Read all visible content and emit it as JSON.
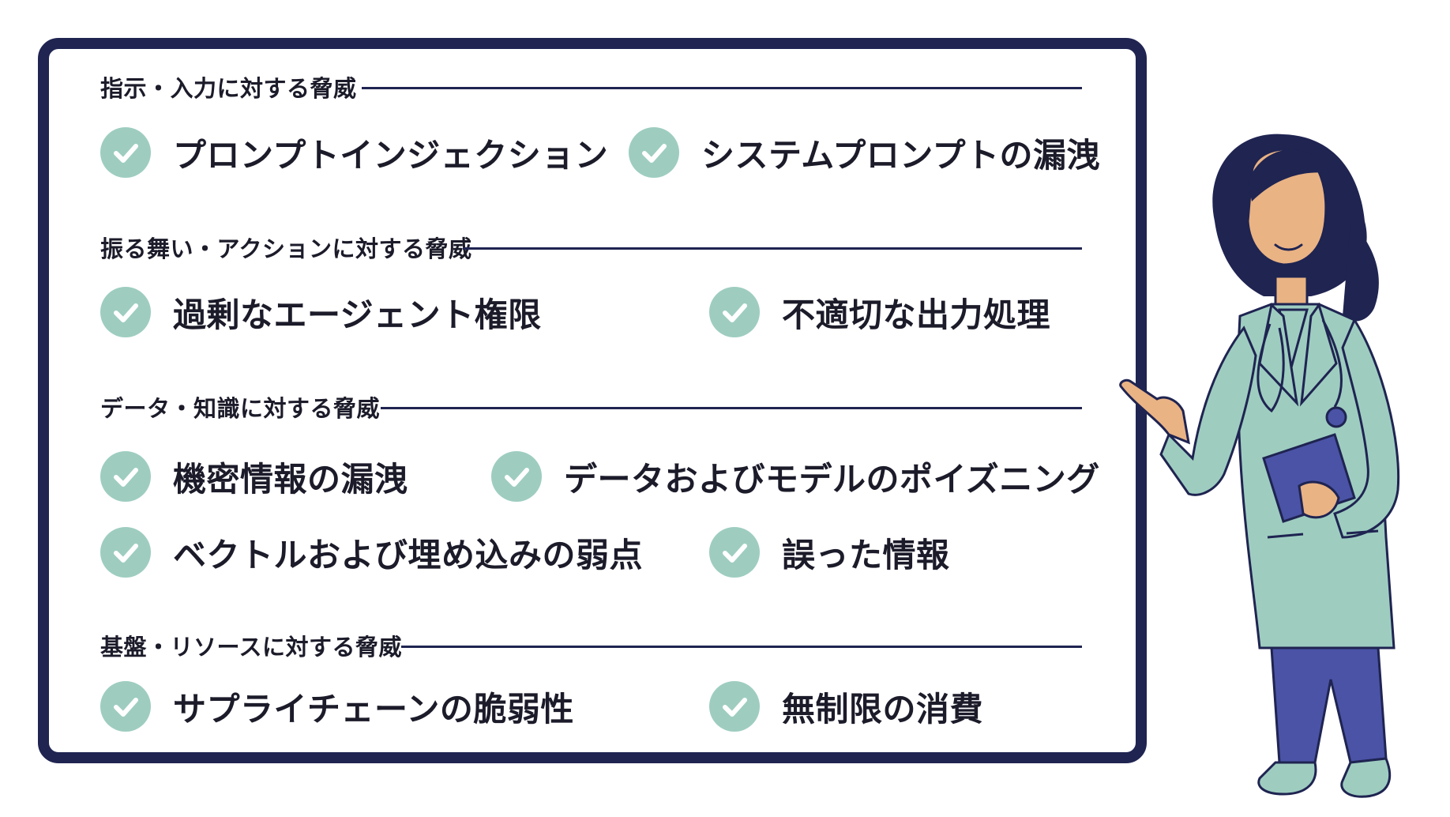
{
  "sections": [
    {
      "heading": "指示・入力に対する脅威",
      "items": [
        "プロンプトインジェクション",
        "システムプロンプトの漏洩"
      ]
    },
    {
      "heading": "振る舞い・アクションに対する脅威",
      "items": [
        "過剰なエージェント権限",
        "不適切な出力処理"
      ]
    },
    {
      "heading": "データ・知識に対する脅威",
      "items": [
        "機密情報の漏洩",
        "データおよびモデルのポイズニング",
        "ベクトルおよび埋め込みの弱点",
        "誤った情報"
      ]
    },
    {
      "heading": "基盤・リソースに対する脅威",
      "items": [
        "サプライチェーンの脆弱性",
        "無制限の消費"
      ]
    }
  ],
  "colors": {
    "board_border": "#1f2451",
    "check_circle": "#9ecdc0",
    "coat": "#9ecdc0",
    "pants": "#4a53a6",
    "skin": "#eab384"
  },
  "icons": {
    "check": "check-circle-icon",
    "illustration": "doctor-illustration"
  }
}
